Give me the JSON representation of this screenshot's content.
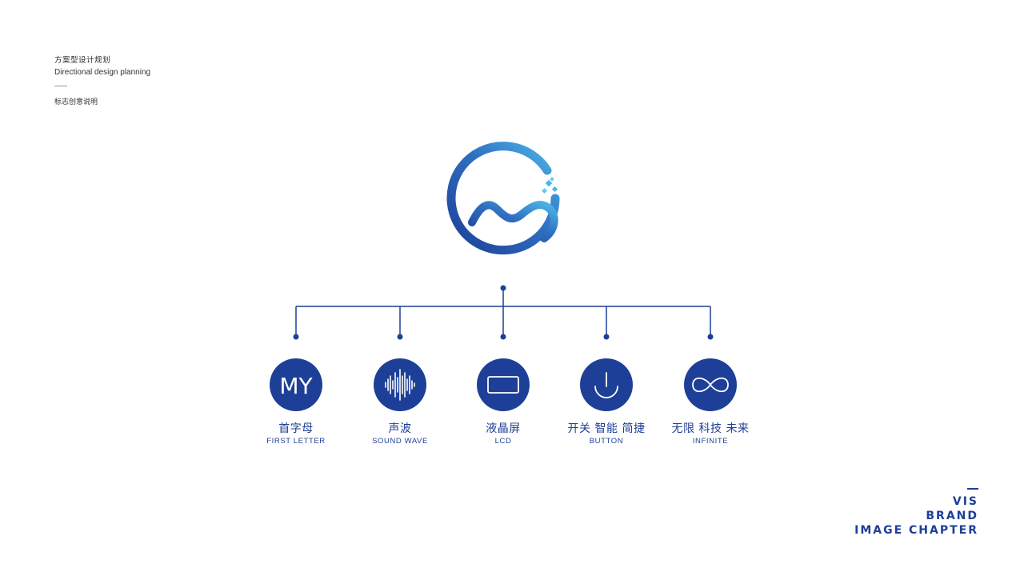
{
  "header": {
    "title_cn": "方案型设计规划",
    "title_en": "Directional design planning",
    "subtitle_cn": "标志创意说明"
  },
  "colors": {
    "primary": "#1d3f97",
    "gradient_start": "#1d3f97",
    "gradient_end": "#4cb6e8",
    "line": "#1d3f97"
  },
  "logo": {
    "icon": "m-wave-circle-logo"
  },
  "items": [
    {
      "icon": "my-letters-icon",
      "glyph": "MY",
      "label_cn": "首字母",
      "label_en": "FIRST LETTER"
    },
    {
      "icon": "sound-wave-icon",
      "glyph": "",
      "label_cn": "声波",
      "label_en": "SOUND WAVE"
    },
    {
      "icon": "lcd-screen-icon",
      "glyph": "",
      "label_cn": "液晶屏",
      "label_en": "LCD"
    },
    {
      "icon": "power-button-icon",
      "glyph": "",
      "label_cn": "开关 智能 简捷",
      "label_en": "BUTTON"
    },
    {
      "icon": "infinity-icon",
      "glyph": "",
      "label_cn": "无限 科技 未来",
      "label_en": "INFINITE"
    }
  ],
  "footer": {
    "line1": "VIS",
    "line2": "BRAND",
    "line3": "IMAGE CHAPTER"
  }
}
